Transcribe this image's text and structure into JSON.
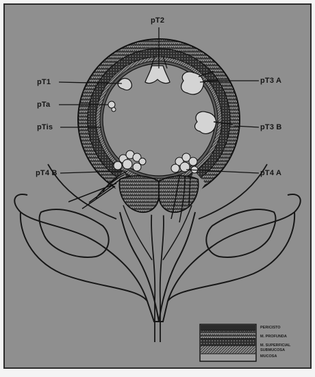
{
  "labels": {
    "pT2": "pT2",
    "pT1": "pT1",
    "pTa": "pTa",
    "pTis": "pTis",
    "pT3a": "pT3 A",
    "pT3b": "pT3 B",
    "pT4b": "pT4 B",
    "pT4a": "pT4 A"
  },
  "legend": {
    "items": [
      "PERICISTO",
      "M. PROFUNDA",
      "M. SUPERFICIAL",
      "SUBMUCOSA",
      "MUCOSA"
    ]
  },
  "colors": {
    "background": "#8f8f8f",
    "page": "#f4f4f4",
    "ink": "#1a1a1a",
    "frame": "#2a2a2a"
  }
}
